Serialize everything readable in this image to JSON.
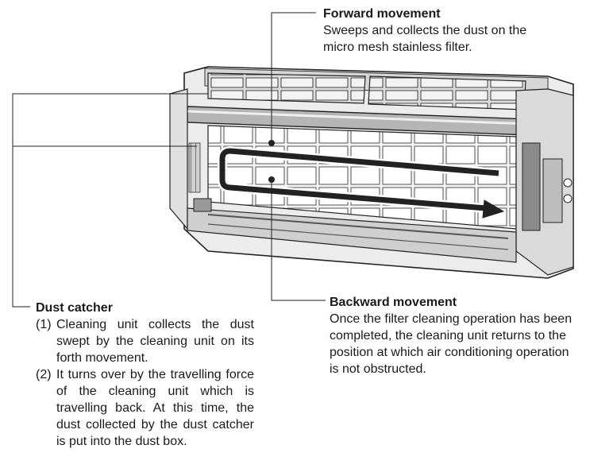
{
  "callouts": {
    "forward": {
      "title": "Forward movement",
      "lines": [
        "Sweeps and collects the dust on the",
        "micro mesh stainless filter."
      ]
    },
    "backward": {
      "title": "Backward movement",
      "lines": [
        "Once the filter cleaning operation has been",
        "completed, the cleaning unit returns to the",
        "position at which air conditioning operation",
        "is not obstructed."
      ]
    },
    "dust_catcher": {
      "title": "Dust catcher",
      "items": [
        {
          "num": "(1)",
          "text": "Cleaning unit collects the dust swept by the cleaning unit on its forth movement."
        },
        {
          "num": "(2)",
          "text": "It turns over by the travelling force of the cleaning unit which is travelling back. At this time, the dust collected by the dust catcher is put into the dust box."
        }
      ]
    }
  },
  "colors": {
    "line": "#2a2a2a",
    "body": "#e6e6e6",
    "shade": "#c8c8c8",
    "dark": "#6e6e6e"
  },
  "icons": [
    "air-conditioner-illustration",
    "movement-arrow-icon"
  ]
}
